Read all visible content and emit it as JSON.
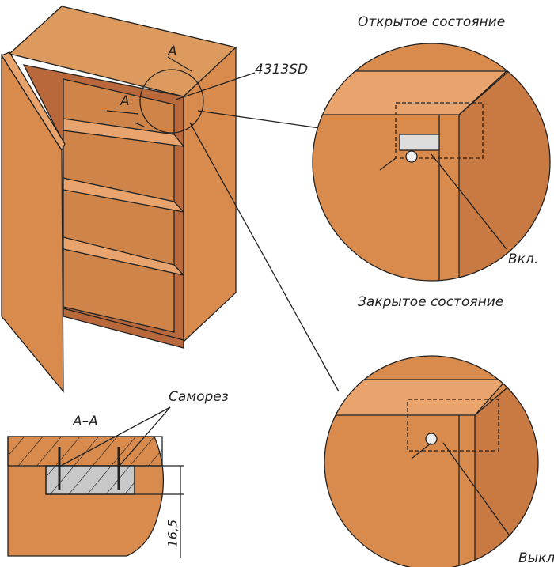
{
  "labels": {
    "open_state": "Открытое состояние",
    "closed_state": "Закрытое состояние",
    "model": "4313SD",
    "section_mark_1": "A",
    "section_mark_2": "A",
    "on": "Вкл.",
    "off": "Выкл",
    "screw": "Саморез",
    "section": "A–A",
    "dimension": "16,5"
  },
  "colors": {
    "wood": "#d98b4e",
    "wood_dark": "#b8683a",
    "wood_light": "#e8a46c",
    "line": "#222222",
    "metal": "#c8c8c8"
  }
}
